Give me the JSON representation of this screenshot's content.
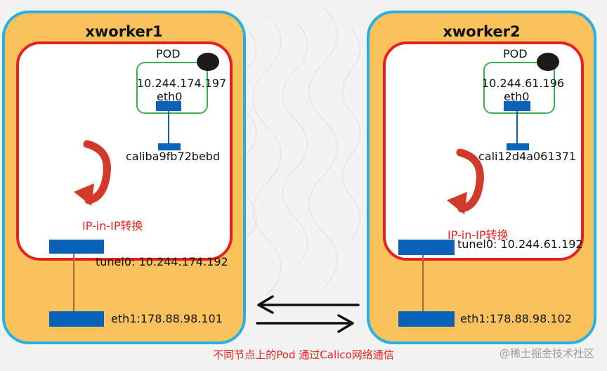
{
  "nodes": [
    {
      "name": "xworker1",
      "pod_label": "POD",
      "pod_ip": "10.244.174.197",
      "pod_iface": "eth0",
      "veth": "caliba9fb72bebd",
      "ipip_label": "IP-in-IP转换",
      "tunnel": "tunel0: 10.244.174.192",
      "eth1": "eth1:178.88.98.101"
    },
    {
      "name": "xworker2",
      "pod_label": "POD",
      "pod_ip": "10.244.61.196",
      "pod_iface": "eth0",
      "veth": "cali12d4a061371",
      "ipip_label": "IP-in-IP转换",
      "tunnel": "tunel0: 10.244.61.192",
      "eth1": "eth1:178.88.98.102"
    }
  ],
  "caption": "不同节点上的Pod 通过Calico网络通信",
  "watermark": "@稀土掘金技术社区",
  "icons": {
    "loop": "ipip-loop-icon",
    "arrows": "bidirectional-arrow-icon"
  },
  "colors": {
    "node_fill": "#f9c25c",
    "node_border": "#27b0e6",
    "inner_border": "#e8201e",
    "pod_border": "#3cb04b",
    "interface": "#0a63b8",
    "link": "#a0683a",
    "loop": "#d13a2a",
    "caption": "#e8201e"
  }
}
